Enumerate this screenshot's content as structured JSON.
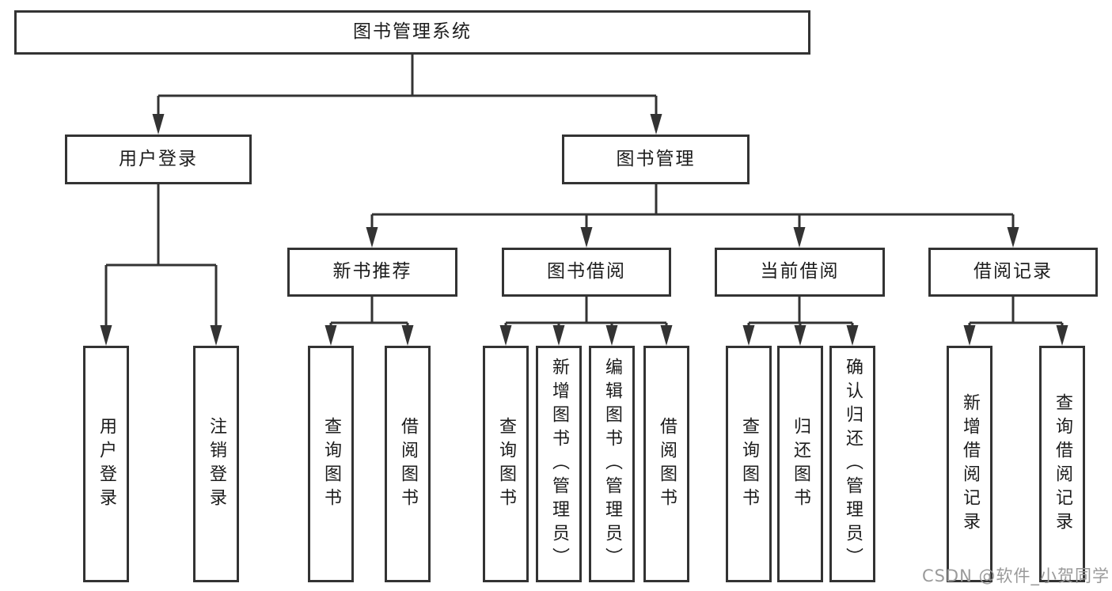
{
  "diagram": {
    "title": "图书管理系统",
    "branches": {
      "user_login": {
        "label": "用户登录",
        "children": [
          {
            "label": "用户登录"
          },
          {
            "label": "注销登录"
          }
        ]
      },
      "book_management": {
        "label": "图书管理",
        "modules": [
          {
            "label": "新书推荐",
            "children": [
              {
                "label": "查询图书"
              },
              {
                "label": "借阅图书"
              }
            ]
          },
          {
            "label": "图书借阅",
            "children": [
              {
                "label": "查询图书"
              },
              {
                "label": "新增图书（管理员）"
              },
              {
                "label": "编辑图书（管理员）"
              },
              {
                "label": "借阅图书"
              }
            ]
          },
          {
            "label": "当前借阅",
            "children": [
              {
                "label": "查询图书"
              },
              {
                "label": "归还图书"
              },
              {
                "label": "确认归还（管理员）"
              }
            ]
          },
          {
            "label": "借阅记录",
            "children": [
              {
                "label": "新增借阅记录"
              },
              {
                "label": "查询借阅记录"
              }
            ]
          }
        ]
      }
    }
  },
  "watermark": {
    "text": "CSDN @软件_小贺同学"
  },
  "colors": {
    "line": "#333333",
    "text": "#1c1c1c",
    "watermark": "#9a9a9a",
    "background": "#ffffff"
  }
}
